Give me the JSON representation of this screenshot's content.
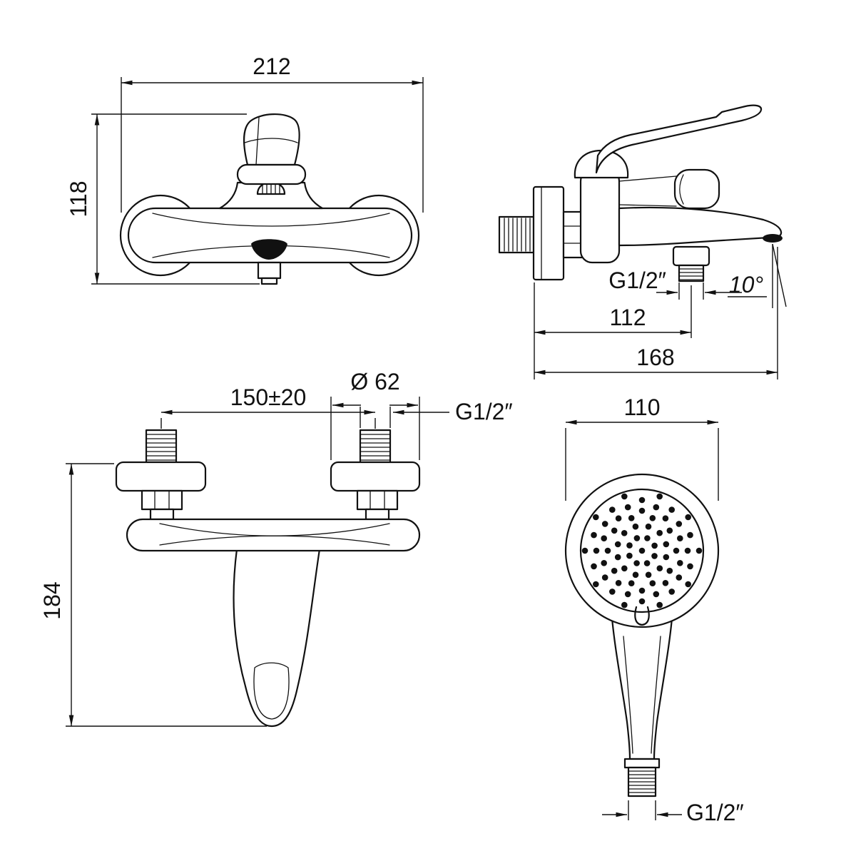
{
  "canvas": {
    "background": "#ffffff",
    "line_color": "#111111"
  },
  "views": {
    "front": {
      "width_mm": "212",
      "height_mm": "118"
    },
    "side": {
      "outlet_thread": "G1/2″",
      "wall_to_outlet": "112",
      "wall_to_spout": "168",
      "spout_angle": "10°"
    },
    "installation": {
      "center_distance": "150±20",
      "escutcheon_diameter": "Ø 62",
      "inlet_thread": "G1/2″",
      "overall_height": "184"
    },
    "hand_shower": {
      "head_diameter": "110",
      "connector_thread": "G1/2″"
    }
  }
}
